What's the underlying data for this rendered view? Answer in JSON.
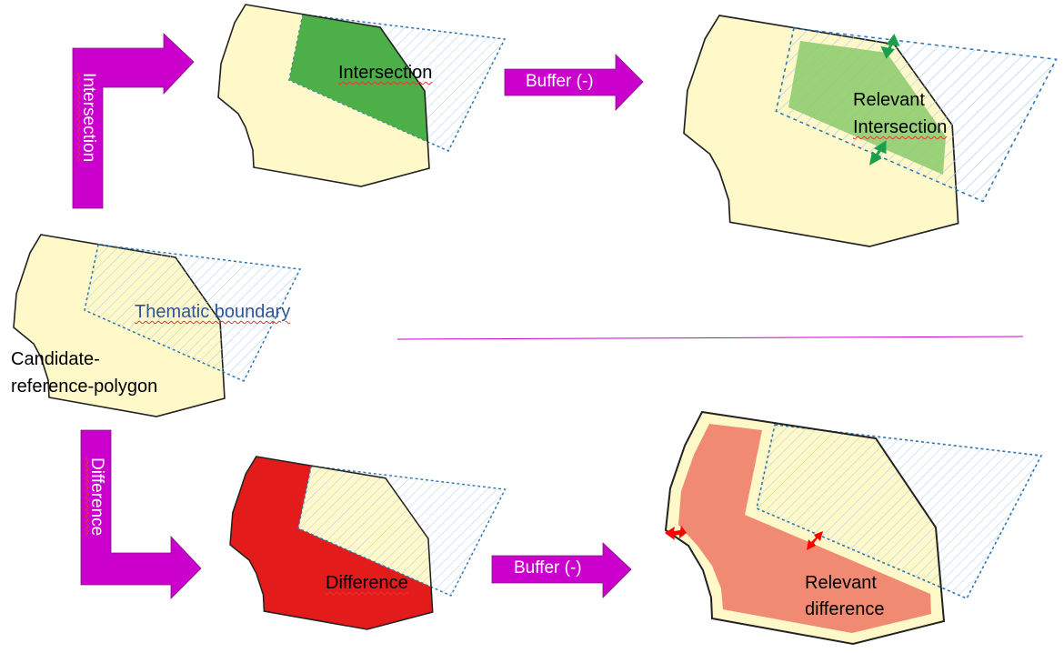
{
  "colors": {
    "arrow": "#cc00cc",
    "polygon_fill": "#fff8c8",
    "intersection": "#4caf48",
    "relevant_intersection": "#8fcc70",
    "difference": "#e31b1b",
    "relevant_difference": "#f08a72",
    "thematic_stroke": "#2e75b6",
    "thematic_label": "#2f5597"
  },
  "labels": {
    "intersection_arrow": "Intersection",
    "difference_arrow": "Difference",
    "buffer_top": "Buffer (-)",
    "buffer_bottom": "Buffer (-)",
    "intersection": "Intersection",
    "relevant_intersection_1": "Relevant",
    "relevant_intersection_2": "Intersection",
    "thematic_boundary": "Thematic boundary",
    "candidate_1": "Candidate-",
    "candidate_2": "reference-polygon",
    "difference": "Difference",
    "relevant_difference_1": "Relevant",
    "relevant_difference_2": "difference"
  }
}
